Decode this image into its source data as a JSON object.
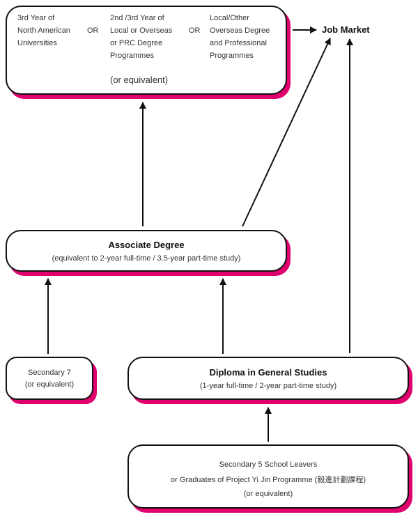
{
  "top_box": {
    "col1": [
      "3rd Year of",
      "North American",
      "Universities"
    ],
    "or1": "OR",
    "col2": [
      "2nd /3rd Year of",
      "Local or Overseas",
      "or PRC Degree",
      "Programmes"
    ],
    "or2": "OR",
    "col3": [
      "Local/Other",
      "Overseas Degree",
      "and Professional",
      "Programmes"
    ],
    "equivalent": "(or equivalent)"
  },
  "job_market": "Job Market",
  "associate": {
    "title": "Associate Degree",
    "subtitle": "(equivalent to 2-year full-time / 3.5-year part-time study)"
  },
  "secondary7": {
    "line1": "Secondary 7",
    "line2": "(or equivalent)"
  },
  "diploma": {
    "title": "Diploma in General Studies",
    "subtitle": "(1-year full-time / 2-year part-time study)"
  },
  "secondary5": {
    "line1": "Secondary 5 School Leavers",
    "line2": "or Graduates of Project Yi Jin Programme (毅進計劃課程)",
    "line3": "(or equivalent)"
  }
}
